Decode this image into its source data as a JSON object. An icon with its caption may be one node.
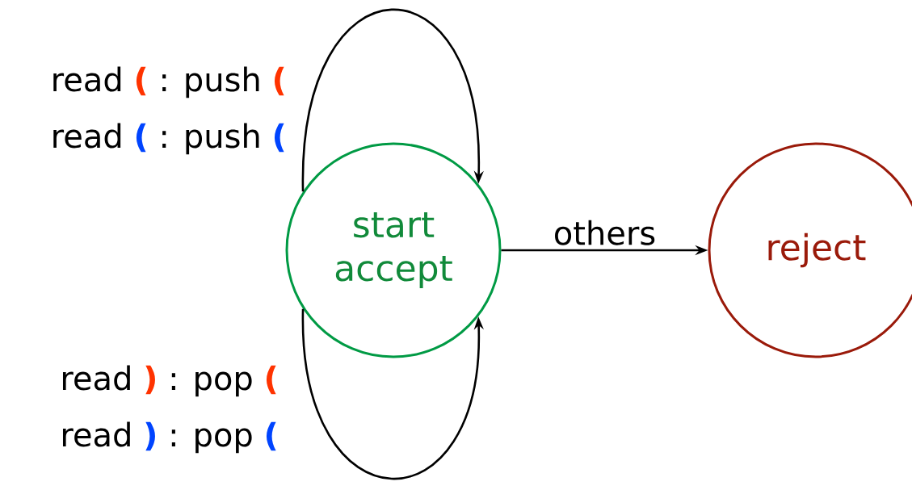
{
  "diagram": {
    "nodes": [
      {
        "text": [
          "start accept"
        ]
      },
      {
        "text": [
          "reject"
        ]
      }
    ],
    "edges": [
      {
        "from": 0,
        "to": 0,
        "arrow": "to"
      },
      {
        "from": 0,
        "to": 0,
        "arrow": "to"
      },
      {
        "from": 0,
        "to": 1,
        "arrow": "to",
        "label": "others"
      }
    ],
    "labels": [
      "read",
      "(",
      ": push",
      "(",
      "read",
      "(",
      ": push",
      "(",
      "read",
      ")",
      ": pop",
      "(",
      "read",
      ")",
      ": pop",
      "("
    ]
  }
}
